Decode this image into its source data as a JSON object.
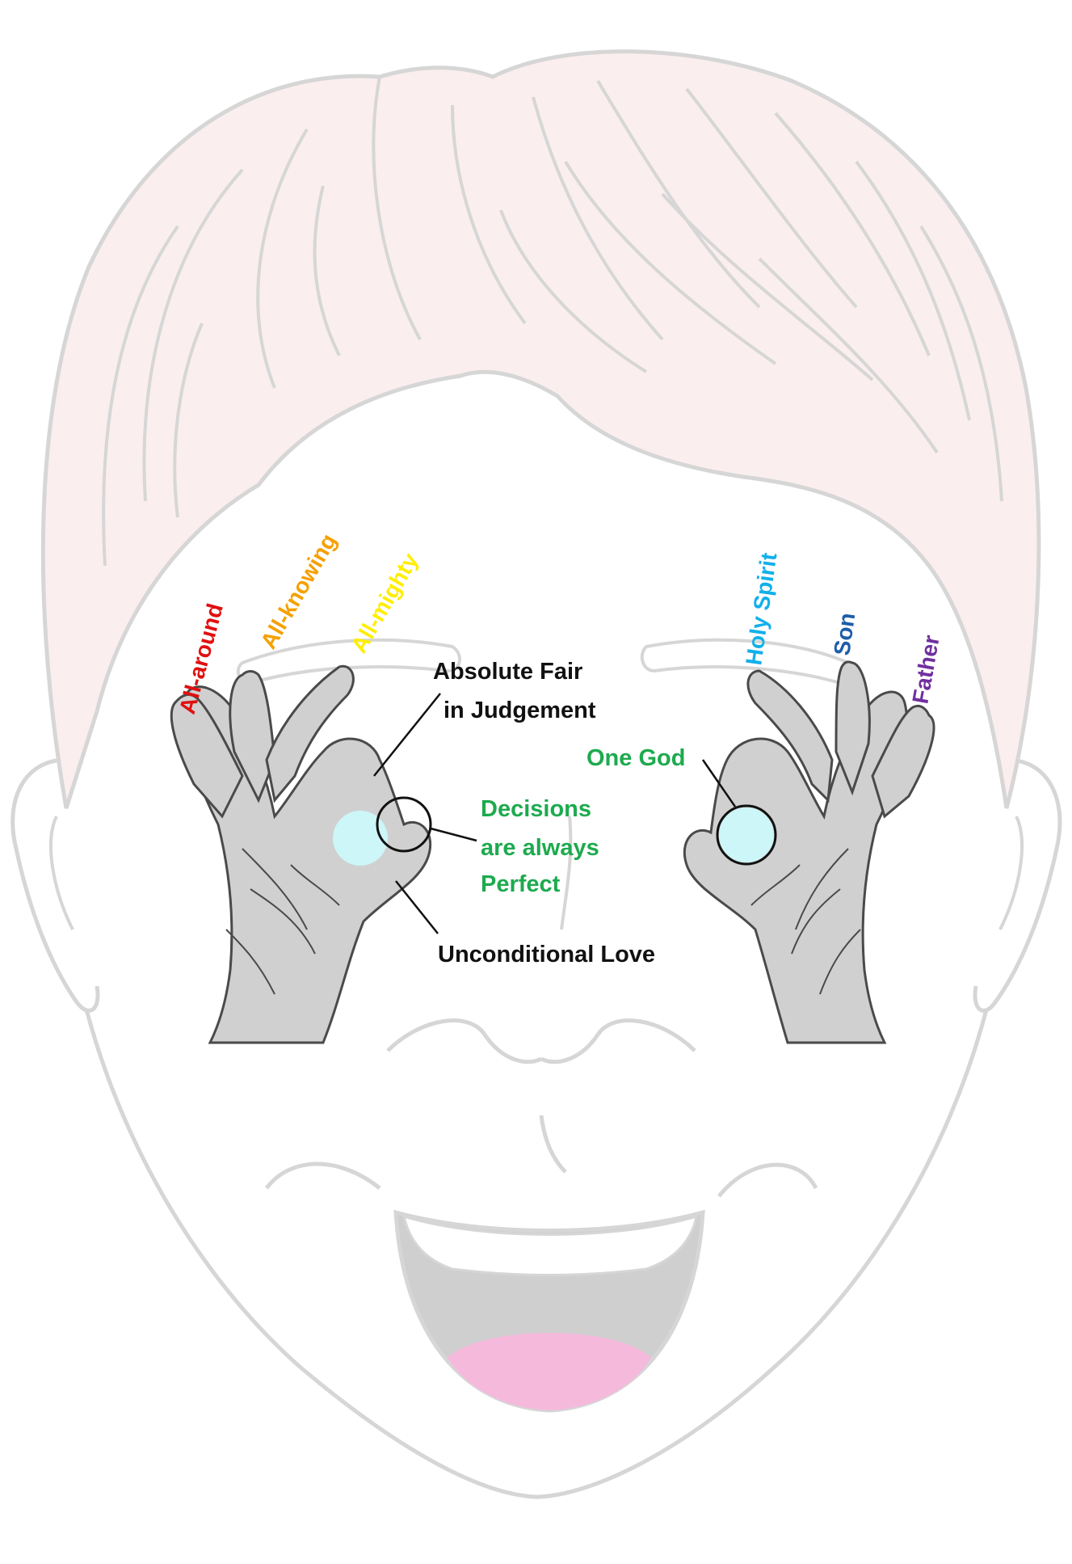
{
  "colors": {
    "hair_fill": "#fbeeee",
    "outline": "#d6d6d6",
    "eye_fill": "#ccf6f8",
    "mouth_fill": "#cfcfcf",
    "tongue_fill": "#f5b9dc",
    "hand_fill": "#d0d0d0",
    "hand_line": "#4a4a4a",
    "pointer_line": "#111111"
  },
  "fingers_left": [
    {
      "label": "All-around",
      "color": "#e01010"
    },
    {
      "label": "All-knowing",
      "color": "#f5a000"
    },
    {
      "label": "All-mighty",
      "color": "#ffee00"
    }
  ],
  "fingers_right": [
    {
      "label": "Holy Spirit",
      "color": "#12b0ea"
    },
    {
      "label": "Son",
      "color": "#1e5da8"
    },
    {
      "label": "Father",
      "color": "#7030a0"
    }
  ],
  "annotations": {
    "fair_line1": "Absolute Fair",
    "fair_line2": "in Judgement",
    "decisions_line1": "Decisions",
    "decisions_line2": "are always",
    "decisions_line3": "Perfect",
    "love": "Unconditional Love",
    "one_god": "One God",
    "black": "#111111",
    "green": "#1daa4e"
  }
}
